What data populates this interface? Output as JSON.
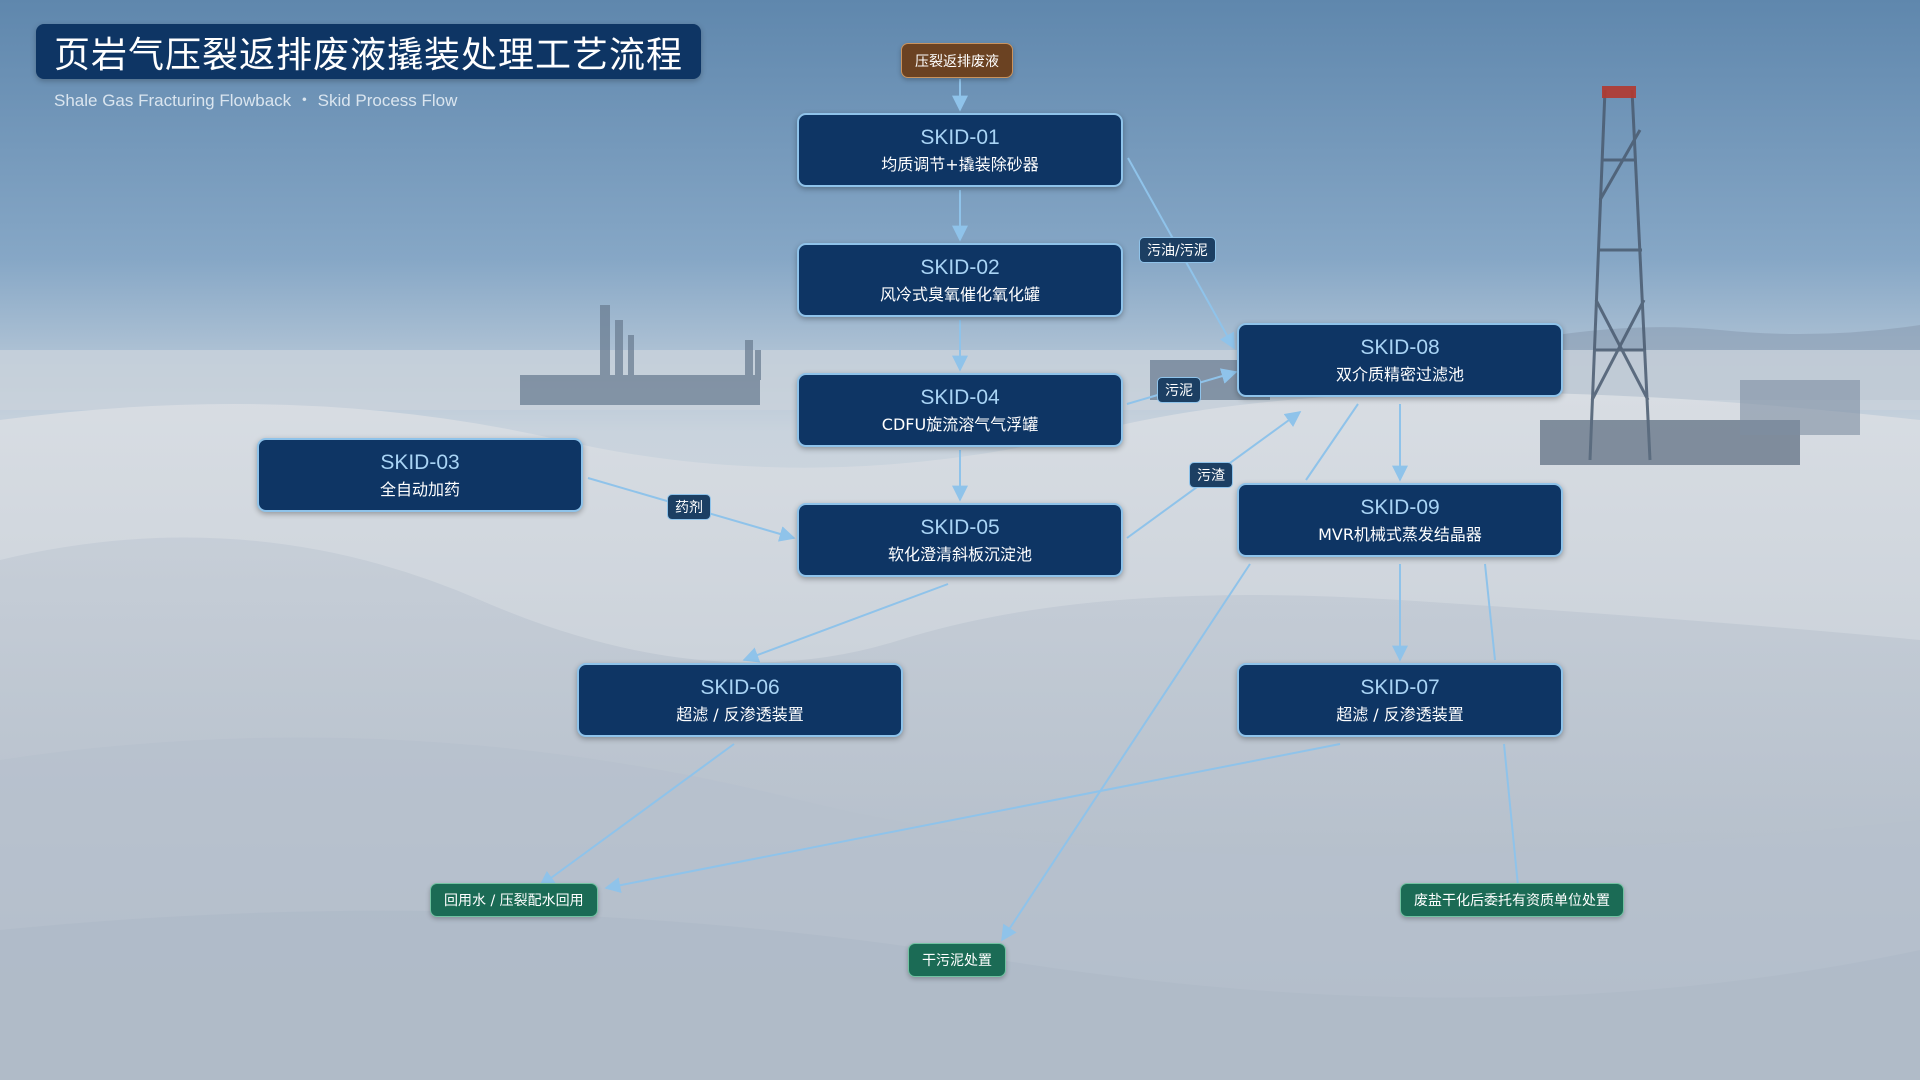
{
  "title": "页岩气压裂返排废液撬装处理工艺流程",
  "subtitle": "Shale Gas Fracturing Flowback ・ Skid Process Flow",
  "colors": {
    "node_fill": "#0e3564",
    "node_border": "#8fc3ea",
    "edge": "#8fc3ea",
    "source_fill": "#6b4222",
    "output_fill": "#1b6b55"
  },
  "source": {
    "label": "压裂返排废液"
  },
  "nodes": [
    {
      "id": "SKID-01",
      "desc": "均质调节+撬装除砂器"
    },
    {
      "id": "SKID-02",
      "desc": "风冷式臭氧催化氧化罐"
    },
    {
      "id": "SKID-03",
      "desc": "全自动加药"
    },
    {
      "id": "SKID-04",
      "desc": "CDFU旋流溶气气浮罐"
    },
    {
      "id": "SKID-05",
      "desc": "软化澄清斜板沉淀池"
    },
    {
      "id": "SKID-06",
      "desc": "超滤 / 反渗透装置"
    },
    {
      "id": "SKID-07",
      "desc": "超滤 / 反渗透装置"
    },
    {
      "id": "SKID-08",
      "desc": "双介质精密过滤池"
    },
    {
      "id": "SKID-09",
      "desc": "MVR机械式蒸发结晶器"
    }
  ],
  "edge_labels": {
    "oil_sludge": "污油/污泥",
    "sludge": "污泥",
    "slag": "污渣",
    "chemical": "药剂"
  },
  "outputs": {
    "reuse": "回用水 / 压裂配水回用",
    "dry_sludge": "干污泥处置",
    "waste_salt": "废盐干化后委托有资质单位处置"
  }
}
